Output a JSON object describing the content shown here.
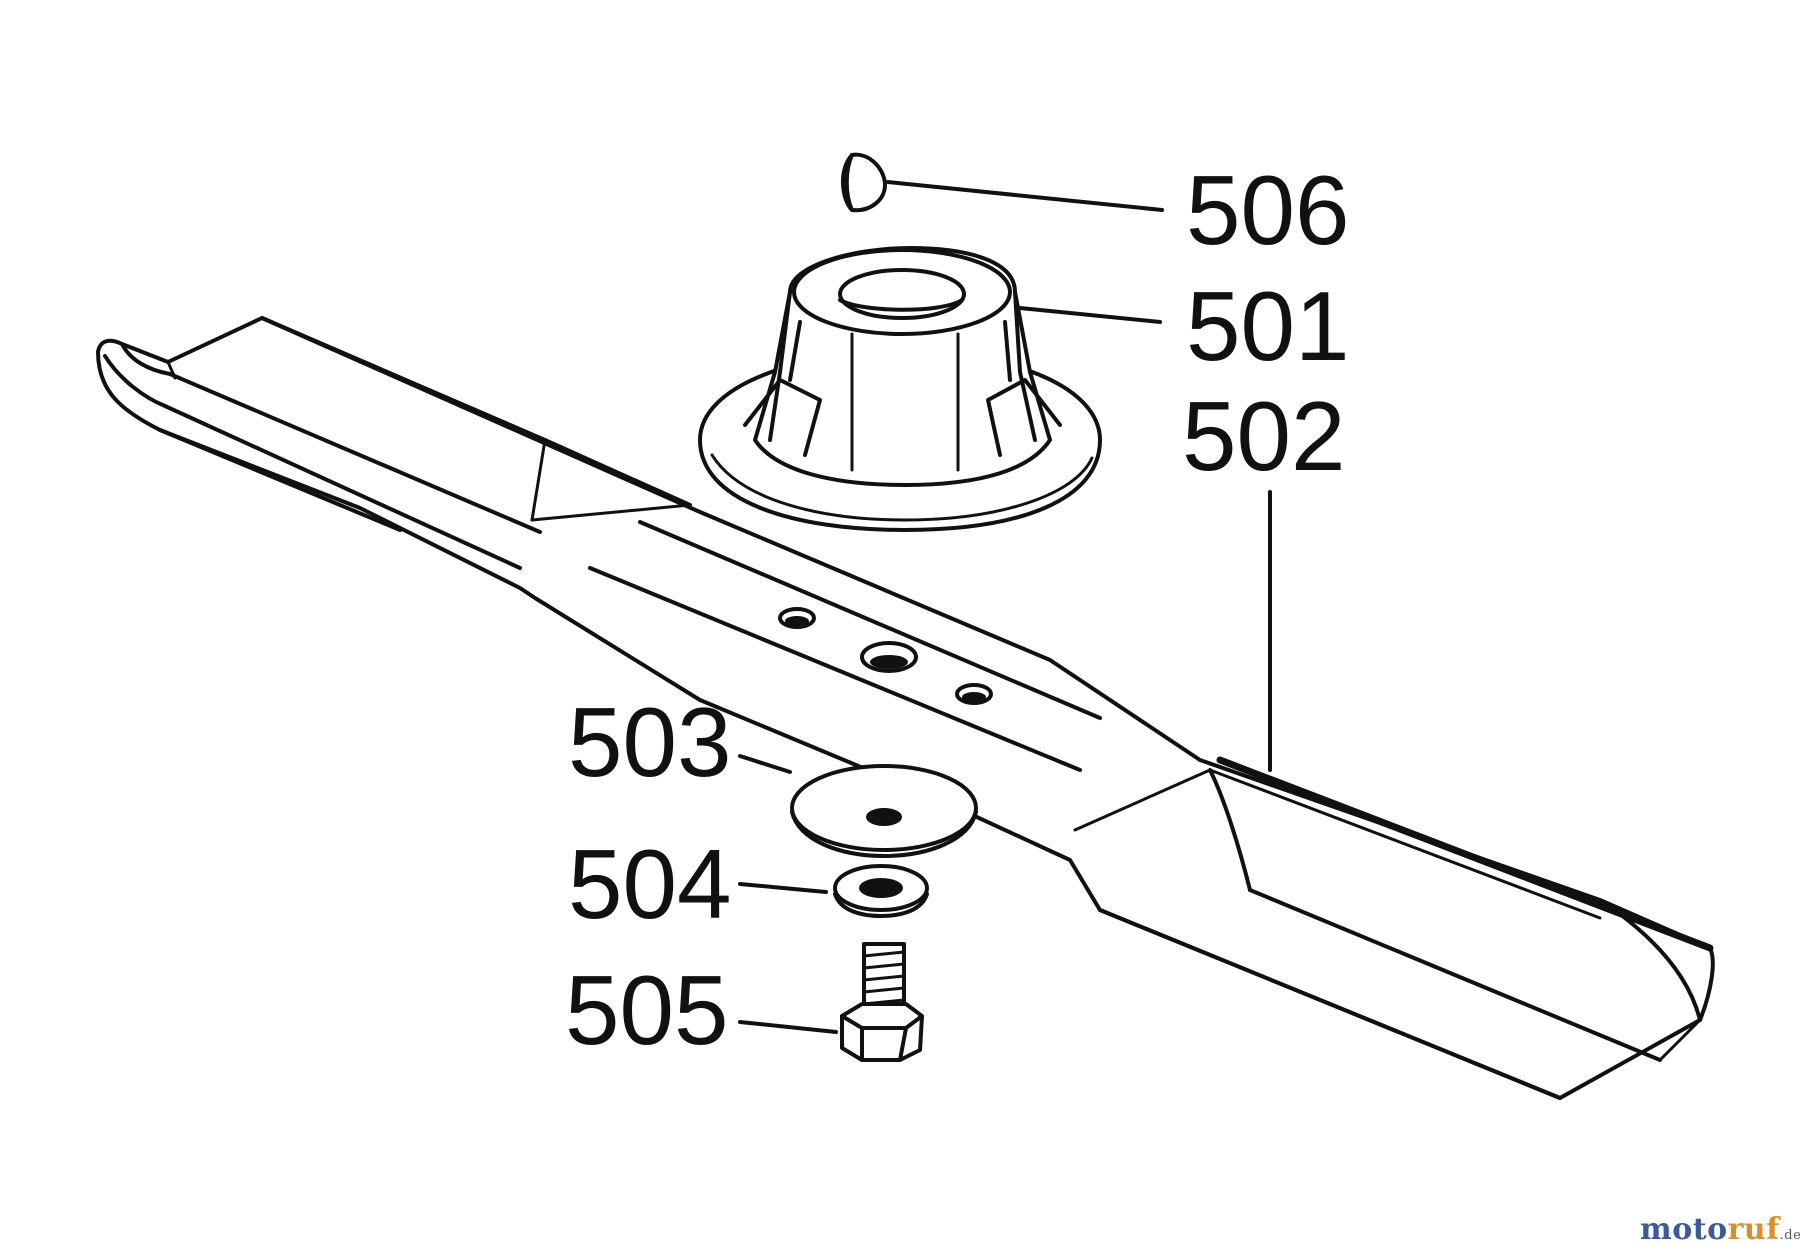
{
  "diagram": {
    "parts": [
      {
        "id": "506",
        "label": "506",
        "component": "key"
      },
      {
        "id": "501",
        "label": "501",
        "component": "blade-hub"
      },
      {
        "id": "502",
        "label": "502",
        "component": "blade"
      },
      {
        "id": "503",
        "label": "503",
        "component": "washer"
      },
      {
        "id": "504",
        "label": "504",
        "component": "spring-washer"
      },
      {
        "id": "505",
        "label": "505",
        "component": "bolt"
      }
    ]
  },
  "watermark": {
    "text_main": "moto",
    "text_accent": "ruf",
    "text_tld": ".de",
    "colors": {
      "main": "#3c5a9a",
      "accent": "#d9902a"
    }
  },
  "colors": {
    "line": "#111111",
    "background": "#ffffff"
  }
}
